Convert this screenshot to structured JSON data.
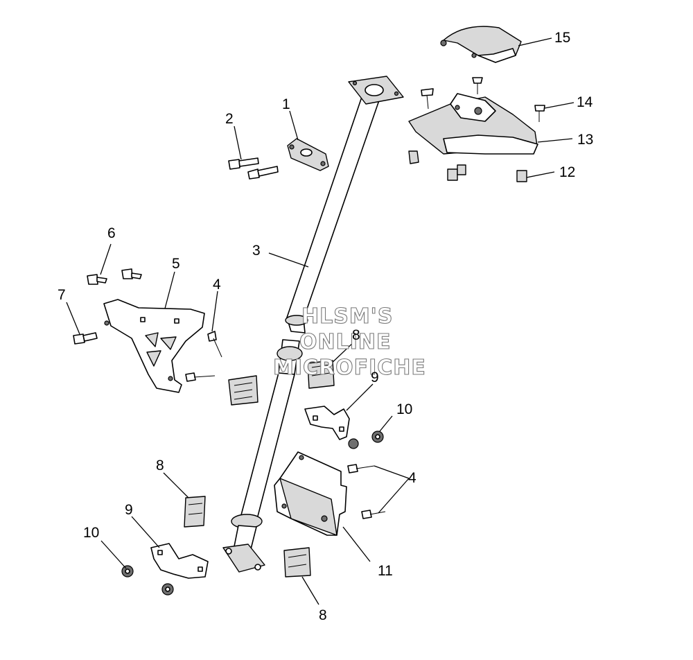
{
  "watermark": [
    "HLSM'S",
    "ONLINE",
    "MICROFICHE"
  ],
  "callouts": {
    "c1": "1",
    "c2": "2",
    "c3": "3",
    "c4a": "4",
    "c4b": "4",
    "c5": "5",
    "c6": "6",
    "c7": "7",
    "c8a": "8",
    "c8b": "8",
    "c8c": "8",
    "c9a": "9",
    "c9b": "9",
    "c10a": "10",
    "c10b": "10",
    "c11": "11",
    "c12": "12",
    "c13": "13",
    "c14": "14",
    "c15": "15"
  }
}
